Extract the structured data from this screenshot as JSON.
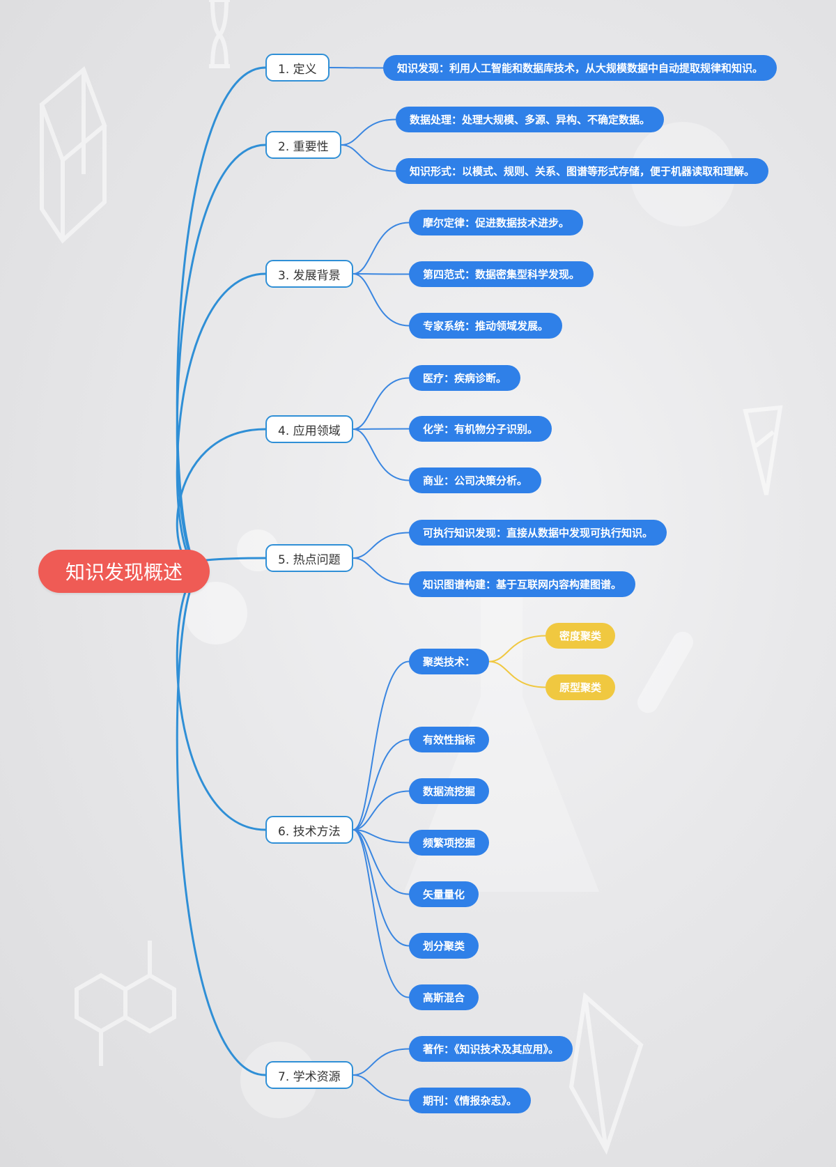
{
  "root": "知识发现概述",
  "colors": {
    "root": "#ef5b55",
    "branch_line": "#2f8fd6",
    "leaf": "#2f80e8",
    "sub_leaf": "#f0c840",
    "sub_line": "#f0c840",
    "leaf_line": "#3a86e0"
  },
  "branches": [
    {
      "label": "1. 定义",
      "children": [
        {
          "label": "知识发现：利用人工智能和数据库技术，从大规模数据中自动提取规律和知识。"
        }
      ]
    },
    {
      "label": "2. 重要性",
      "children": [
        {
          "label": "数据处理：处理大规模、多源、异构、不确定数据。"
        },
        {
          "label": "知识形式：以模式、规则、关系、图谱等形式存储，便于机器读取和理解。"
        }
      ]
    },
    {
      "label": "3. 发展背景",
      "children": [
        {
          "label": "摩尔定律：促进数据技术进步。"
        },
        {
          "label": "第四范式：数据密集型科学发现。"
        },
        {
          "label": "专家系统：推动领域发展。"
        }
      ]
    },
    {
      "label": "4. 应用领域",
      "children": [
        {
          "label": "医疗：疾病诊断。"
        },
        {
          "label": "化学：有机物分子识别。"
        },
        {
          "label": "商业：公司决策分析。"
        }
      ]
    },
    {
      "label": "5. 热点问题",
      "children": [
        {
          "label": "可执行知识发现：直接从数据中发现可执行知识。"
        },
        {
          "label": "知识图谱构建：基于互联网内容构建图谱。"
        }
      ]
    },
    {
      "label": "6. 技术方法",
      "children": [
        {
          "label": "聚类技术：",
          "children": [
            {
              "label": "密度聚类"
            },
            {
              "label": "原型聚类"
            }
          ]
        },
        {
          "label": "有效性指标"
        },
        {
          "label": "数据流挖掘"
        },
        {
          "label": "频繁项挖掘"
        },
        {
          "label": "矢量量化"
        },
        {
          "label": "划分聚类"
        },
        {
          "label": "高斯混合"
        }
      ]
    },
    {
      "label": "7. 学术资源",
      "children": [
        {
          "label": "著作：《知识技术及其应用》。"
        },
        {
          "label": "期刊：《情报杂志》。"
        }
      ]
    }
  ]
}
